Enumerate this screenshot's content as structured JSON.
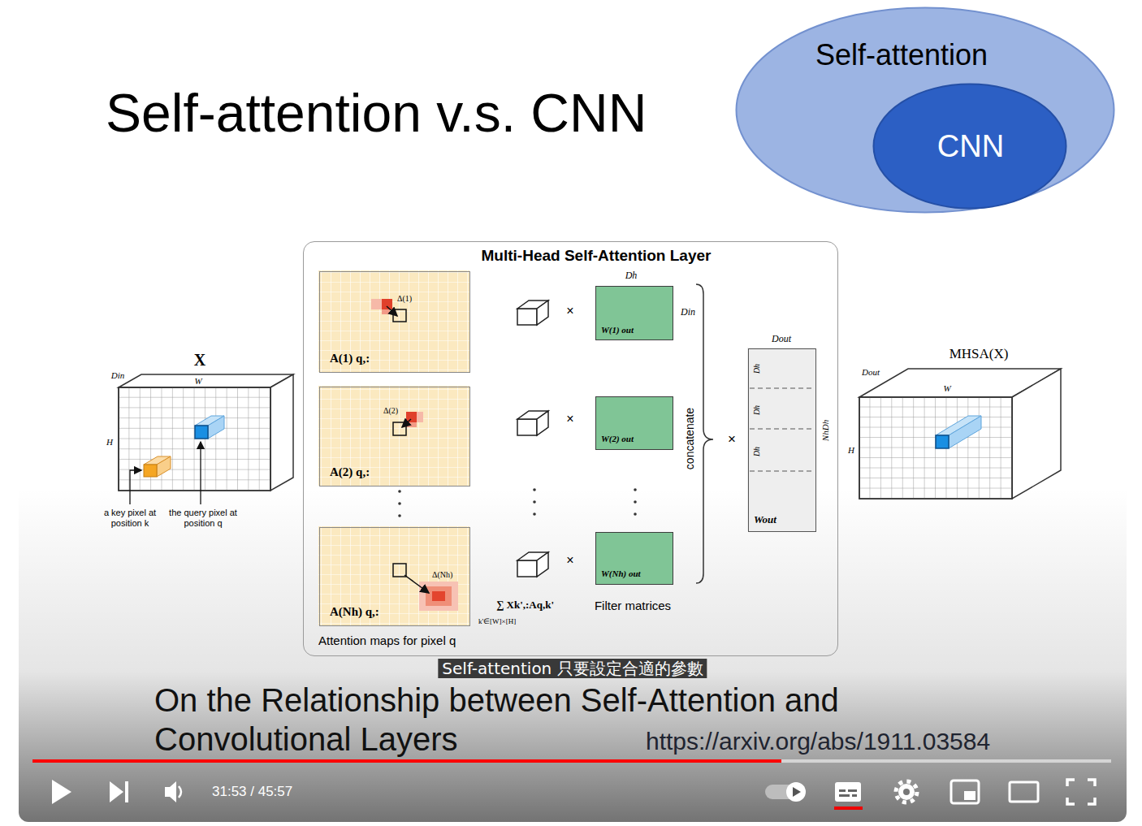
{
  "diagram": {
    "title": "Self-attention v.s. CNN",
    "caption": "On the Relationship between Self-Attention and Convolutional Layers",
    "nodes": [
      {
        "text": [
          "Self-attention"
        ]
      },
      {
        "text": [
          "CNN"
        ],
        "in": 0
      },
      {
        "text": [
          "Multi-Head Self-Attention Layer"
        ]
      },
      {
        "text": [
          "Δ(1)",
          "A(1) q,:"
        ],
        "in": 2
      },
      {
        "text": [
          "Δ(2)",
          "A(2) q,:"
        ],
        "in": 2
      },
      {
        "text": [
          "Δ(Nh)",
          "A(Nh) q,:"
        ],
        "in": 2
      },
      {
        "text": [
          "W(1) out"
        ],
        "in": 2
      },
      {
        "text": [
          "W(2) out"
        ],
        "in": 2
      },
      {
        "text": [
          "W(Nh) out"
        ],
        "in": 2
      },
      {
        "text": [
          "Dh",
          "Dh",
          "Dh",
          "Wout"
        ],
        "in": 2
      },
      {
        "text": [
          "X"
        ]
      },
      {
        "text": [
          "MHSA(X)"
        ]
      }
    ],
    "labels": [
      "Dh",
      "Din",
      "×",
      "×",
      "×",
      "∑ Xk',:Aq,k'",
      "k'∈[W]×[H]",
      "Filter matrices",
      "Attention maps for pixel q",
      "concatenate",
      "×",
      "Dout",
      "NhDh",
      "Din",
      "W",
      "H",
      "a key pixel at position k",
      "the query pixel at position q",
      "Dout",
      "W",
      "H",
      "Self-attention 只要設定合適的參數",
      "https://arxiv.org/abs/1911.03584",
      "31:53 / 45:57"
    ]
  }
}
